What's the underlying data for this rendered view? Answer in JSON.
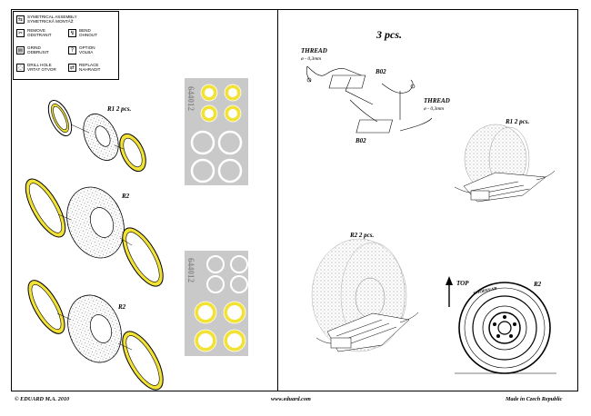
{
  "legend": {
    "items": [
      {
        "icon": "symmetry-icon",
        "label": "SYMETRICAL ASSEMBLY\nSYMETRICKÁ MONTÁŽ"
      },
      {
        "icon": "remove-icon",
        "label": "REMOVE\nODSTRANIT"
      },
      {
        "icon": "bend-icon",
        "label": "BEND\nOHNOUT"
      },
      {
        "icon": "grind-icon",
        "label": "GRIND\nODBRUSIT"
      },
      {
        "icon": "option-icon",
        "label": "OPTION\nVOLBA"
      },
      {
        "icon": "drill-icon",
        "label": "DRILL HOLE\nVRTAT OTVOR"
      },
      {
        "icon": "replace-icon",
        "label": "REPLACE\nNAHRADIT"
      }
    ]
  },
  "left_panel": {
    "r1_label": "R1  2 pcs.",
    "r2_label_top": "R2",
    "r2_label_bottom": "R2",
    "mask_code_top": "644012",
    "mask_code_bottom": "644012"
  },
  "right_panel": {
    "qty_title": "3 pcs.",
    "thread_label_1": "THREAD",
    "thread_dim_1": "ø - 0,3mm",
    "thread_label_2": "THREAD",
    "thread_dim_2": "ø - 0,3mm",
    "part_b02_a": "B02",
    "part_b02_b": "B02",
    "r1_label": "R1  2 pcs.",
    "r2_label": "R2  2 pcs.",
    "top_label": "TOP",
    "r2_tire_label": "R2",
    "tire_brand": "GOODYEAR"
  },
  "footer": {
    "copyright": "© EDUARD  M.A. 2010",
    "website": "www.eduard.com",
    "origin": "Made in Czech Republic"
  },
  "colors": {
    "mask_yellow": "#f2e236",
    "mask_sheet_gray": "#c9c9c9",
    "line": "#000000"
  }
}
